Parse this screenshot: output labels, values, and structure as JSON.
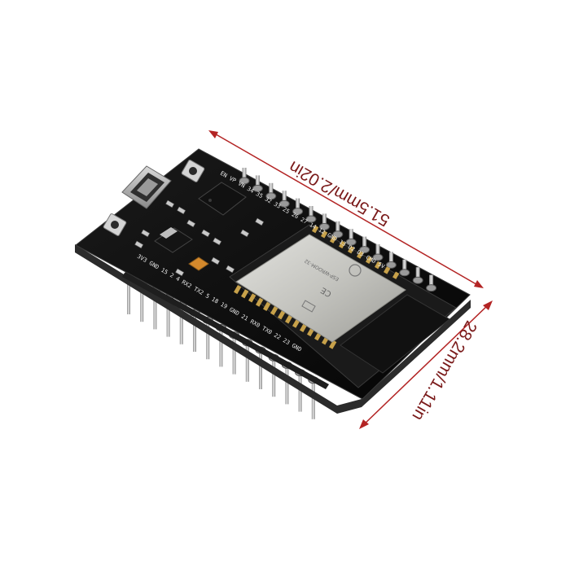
{
  "product": {
    "name": "ESP32 development board",
    "module_label": "ESP-WROOM-32"
  },
  "dimensions": {
    "length_label": "51.5mm/2.02in",
    "width_label": "28.2mm/1.11in",
    "line_color": "#b32424"
  },
  "silkscreen": {
    "top_row_text": "EN VP VN 34 35 32 33 25 26 27 14 12 GND 13 D2 D3 CMD 5V",
    "bottom_row_text": "3V3 GND 15 2 4 RX2 TX2 5 18 19 GND 21 RX0 TX0 22 23 GND"
  },
  "colors": {
    "pcb": "#0d0d0d",
    "pcb_edge": "#2b2b2b",
    "shield": "#c9c9c4",
    "pins": "#bdbdbd",
    "usb": "#a8a8a8"
  }
}
